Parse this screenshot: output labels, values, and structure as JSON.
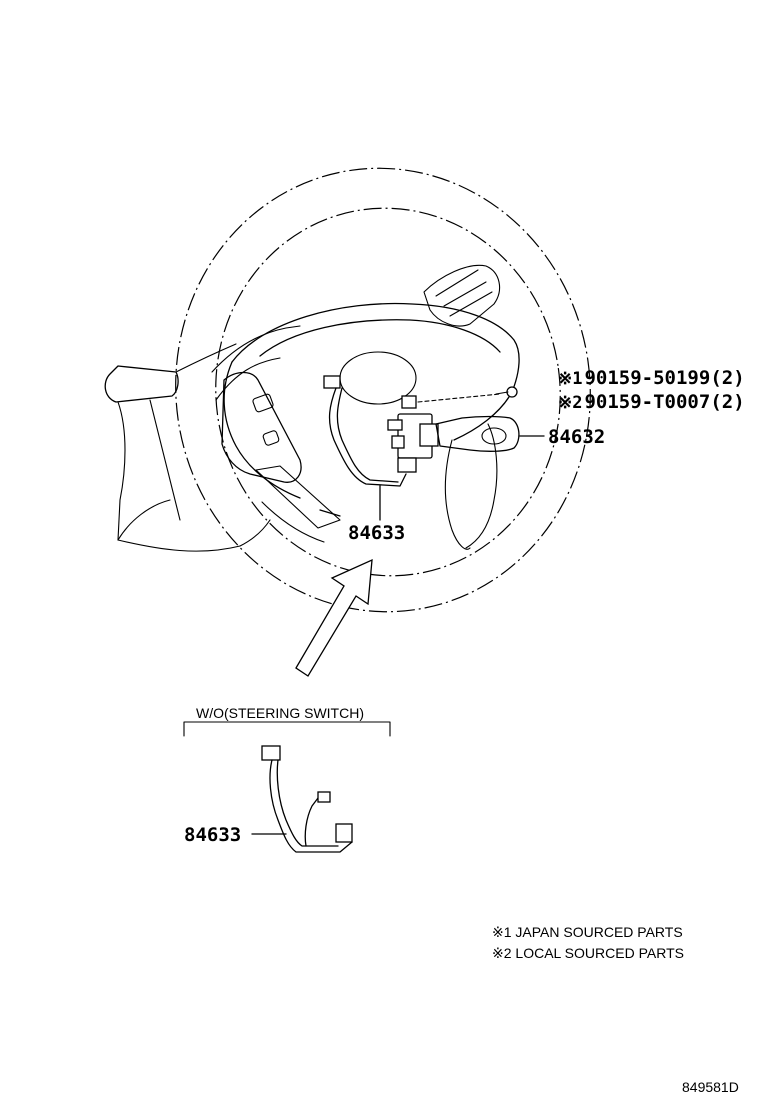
{
  "diagram": {
    "parts": {
      "switch_assy": "84632",
      "wire_main": "84633",
      "wire_alt": "84633"
    },
    "screws": [
      {
        "mark": "※1",
        "part": "90159-50199",
        "qty": "(2)"
      },
      {
        "mark": "※2",
        "part": "90159-T0007",
        "qty": "(2)"
      }
    ],
    "variant_label": "W/O(STEERING SWITCH)",
    "legend": [
      "※1 JAPAN SOURCED PARTS",
      "※2 LOCAL SOURCED PARTS"
    ],
    "figure_code": "849581D"
  }
}
